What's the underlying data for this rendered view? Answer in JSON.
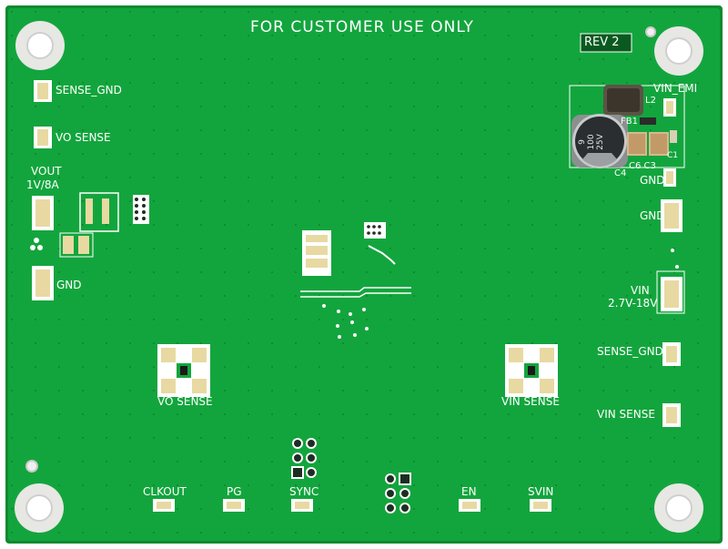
{
  "board": {
    "title": "FOR CUSTOMER USE ONLY",
    "revision": "REV 2",
    "colors": {
      "solder_mask": "#12a43c",
      "solder_mask_dark": "#0c8a2f",
      "silkscreen": "#ffffff",
      "pad": "#e8d9a2",
      "copper_edge": "#b8a35c"
    }
  },
  "labels": {
    "sense_gnd_left": "SENSE_GND",
    "vo_sense_left": "VO SENSE",
    "vout": "VOUT",
    "vout_rating": "1V/8A",
    "gnd_left": "GND",
    "vin_emi": "VIN_EMI",
    "l2": "L2",
    "fb1": "FB1",
    "c6_c3": "C6 C3",
    "c4": "C4",
    "c1": "C1",
    "gnd_right_top": "GND",
    "gnd_right": "GND",
    "vin": "VIN",
    "vin_range": "2.7V-18V",
    "sense_gnd_right": "SENSE_GND",
    "vin_sense_right": "VIN SENSE",
    "vo_sense_probe": "VO SENSE",
    "vin_sense_probe": "VIN SENSE",
    "clkout": "CLKOUT",
    "pg": "PG",
    "sync": "SYNC",
    "en": "EN",
    "svin": "SVIN"
  },
  "capacitor": {
    "line1": "9",
    "line2": "100",
    "line3": "25V"
  }
}
